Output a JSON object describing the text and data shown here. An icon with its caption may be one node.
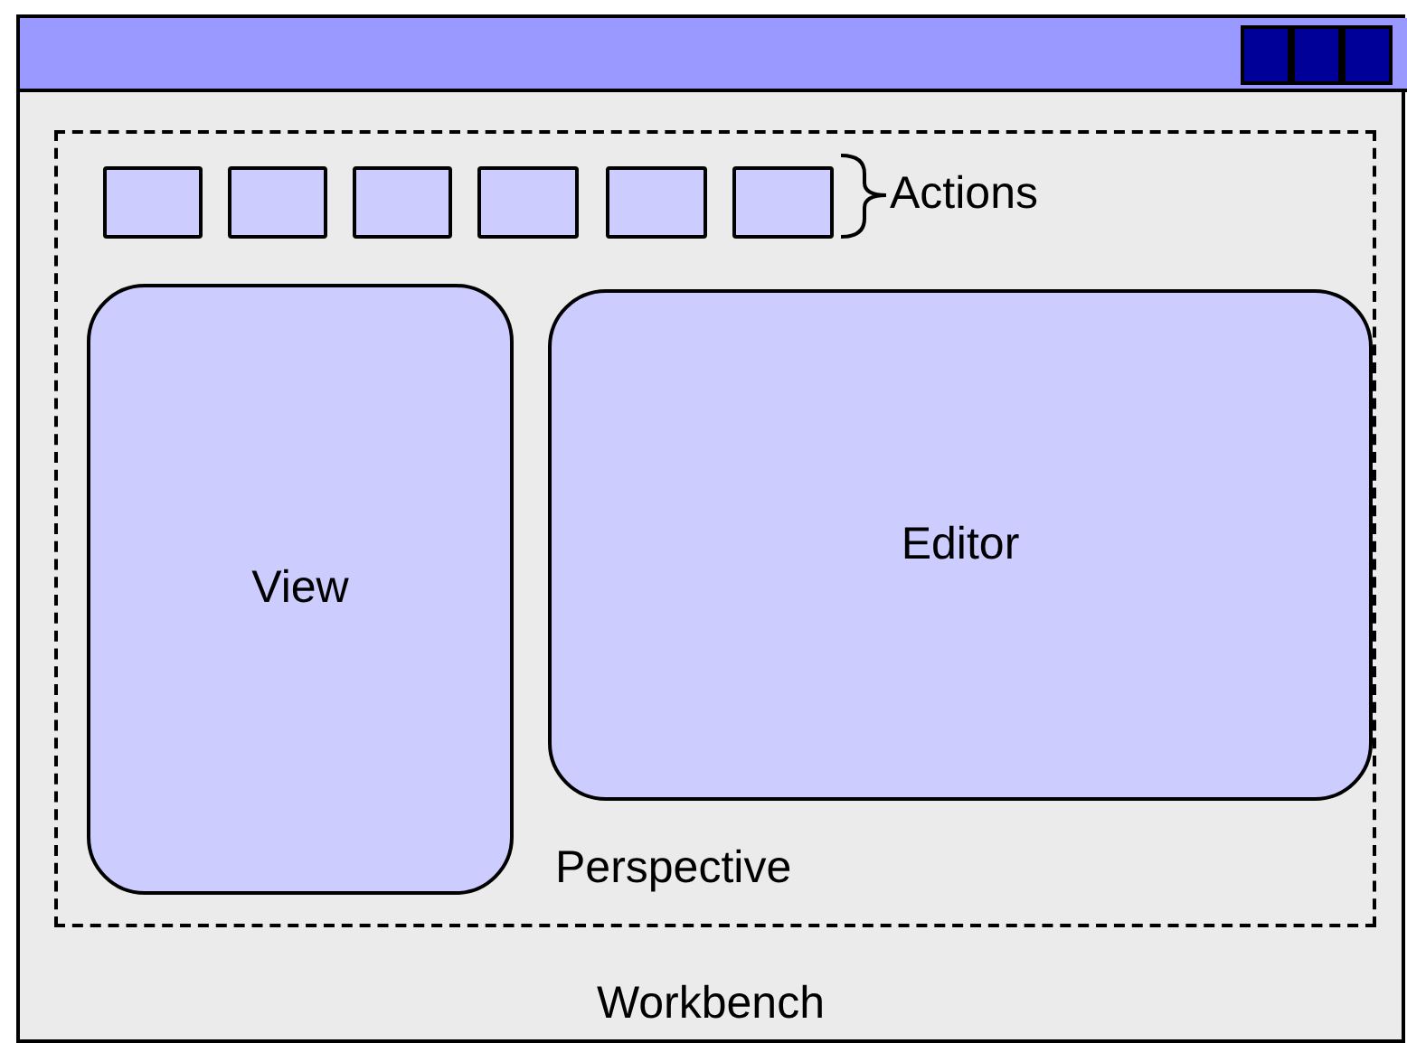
{
  "diagram": {
    "nodes": [
      {
        "text": [
          "Workbench"
        ]
      },
      {
        "text": [],
        "shape": "bar",
        "in": 0
      },
      {
        "text": [
          "Perspective"
        ],
        "in": 0
      },
      {
        "text": [],
        "shape": "box",
        "in": 2
      },
      {
        "text": [],
        "shape": "box",
        "in": 2
      },
      {
        "text": [],
        "shape": "box",
        "in": 2
      },
      {
        "text": [],
        "shape": "box",
        "in": 2
      },
      {
        "text": [],
        "shape": "box",
        "in": 2
      },
      {
        "text": [],
        "shape": "box",
        "in": 2
      },
      {
        "text": [
          "View"
        ],
        "in": 2
      },
      {
        "text": [
          "Editor"
        ],
        "in": 2
      }
    ],
    "labels": [
      "Actions"
    ]
  }
}
